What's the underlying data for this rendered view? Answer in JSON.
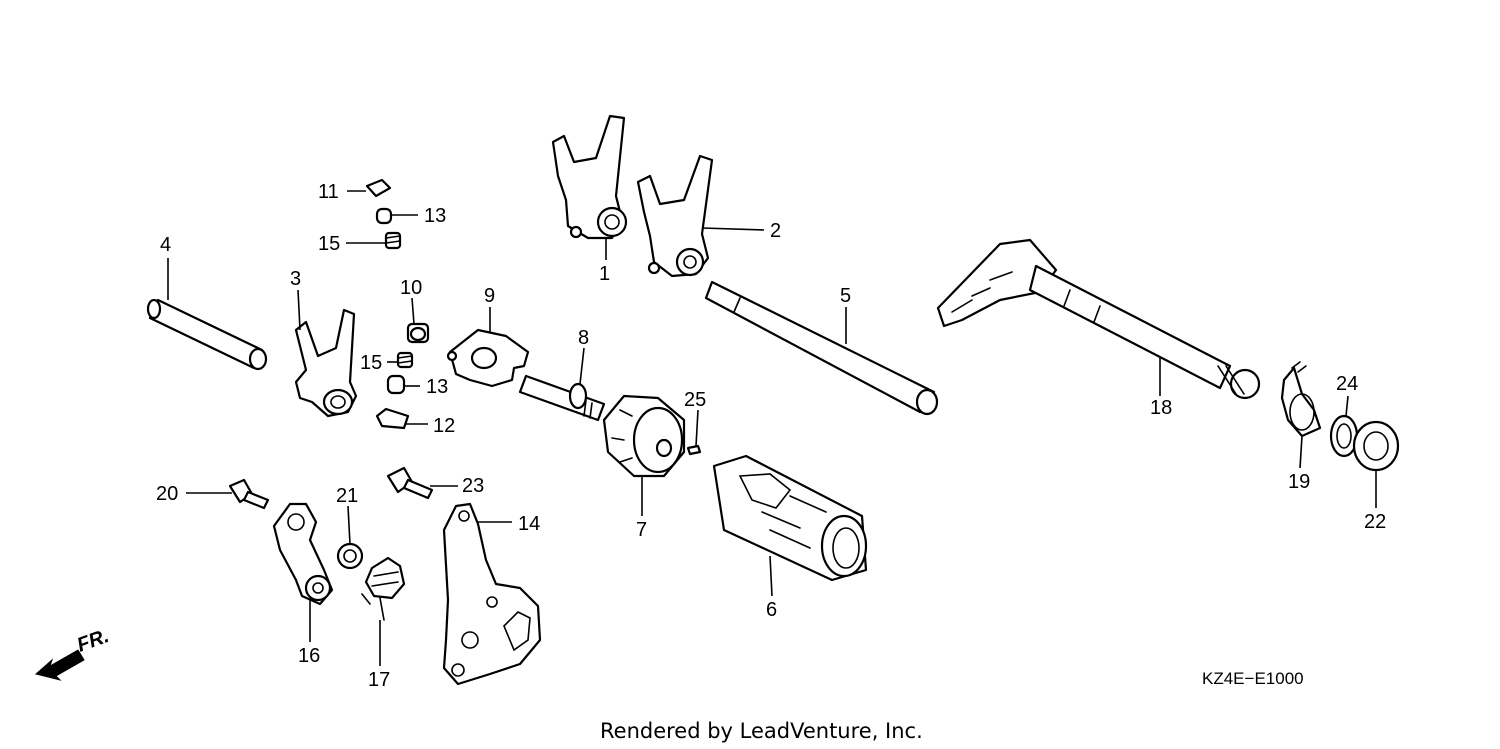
{
  "diagram": {
    "code": "KZ4E−E1000",
    "credit": "Rendered by LeadVenture, Inc.",
    "front_label": "FR.",
    "callouts": [
      {
        "id": "c1",
        "label": "1"
      },
      {
        "id": "c2",
        "label": "2"
      },
      {
        "id": "c3",
        "label": "3"
      },
      {
        "id": "c4",
        "label": "4"
      },
      {
        "id": "c5",
        "label": "5"
      },
      {
        "id": "c6",
        "label": "6"
      },
      {
        "id": "c7",
        "label": "7"
      },
      {
        "id": "c8",
        "label": "8"
      },
      {
        "id": "c9",
        "label": "9"
      },
      {
        "id": "c10",
        "label": "10"
      },
      {
        "id": "c11",
        "label": "11"
      },
      {
        "id": "c12",
        "label": "12"
      },
      {
        "id": "c13a",
        "label": "13"
      },
      {
        "id": "c13b",
        "label": "13"
      },
      {
        "id": "c14",
        "label": "14"
      },
      {
        "id": "c15a",
        "label": "15"
      },
      {
        "id": "c15b",
        "label": "15"
      },
      {
        "id": "c16",
        "label": "16"
      },
      {
        "id": "c17",
        "label": "17"
      },
      {
        "id": "c18",
        "label": "18"
      },
      {
        "id": "c19",
        "label": "19"
      },
      {
        "id": "c20",
        "label": "20"
      },
      {
        "id": "c21",
        "label": "21"
      },
      {
        "id": "c22",
        "label": "22"
      },
      {
        "id": "c23",
        "label": "23"
      },
      {
        "id": "c24",
        "label": "24"
      },
      {
        "id": "c25",
        "label": "25"
      }
    ]
  }
}
